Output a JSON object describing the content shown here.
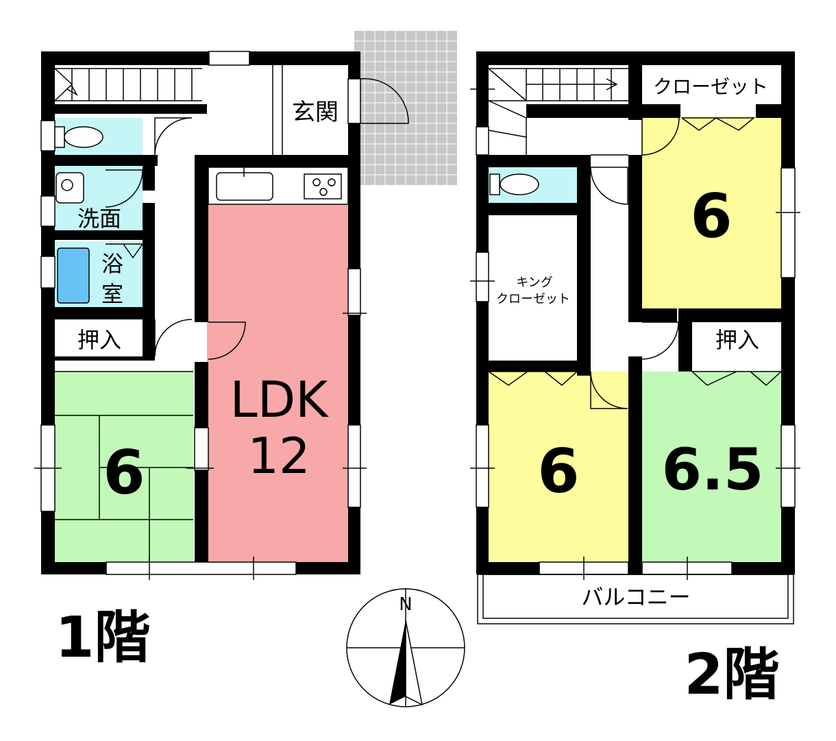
{
  "colors": {
    "wall": "#000000",
    "ldk": "#f8a8a9",
    "tatami": "#c2f9b9",
    "bedroom_yellow": "#fdfd9d",
    "bedroom_green": "#c2f9b9",
    "wet_area": "#c4f6f8",
    "entry_tile": "#c8c8c8",
    "background": "#ffffff"
  },
  "floor1": {
    "title": "1階",
    "rooms": {
      "entrance": "玄関",
      "washroom": "洗面",
      "bath_line1": "浴",
      "bath_line2": "室",
      "closet": "押入",
      "ldk_label": "LDK",
      "ldk_size": "12",
      "tatami_size": "6"
    }
  },
  "floor2": {
    "title": "2階",
    "rooms": {
      "closet_top": "クローゼット",
      "walkin_line1": "キング",
      "walkin_line2": "クローゼット",
      "closet_right": "押入",
      "bedroom_ne_size": "6",
      "bedroom_sw_size": "6",
      "bedroom_se_size": "6.5",
      "balcony": "バルコニー"
    }
  },
  "compass": {
    "north": "N"
  },
  "icons": [
    "stairs-icon",
    "toilet-icon",
    "sink-icon",
    "bathtub-icon",
    "kitchen-sink-icon",
    "stove-icon",
    "compass-icon"
  ]
}
